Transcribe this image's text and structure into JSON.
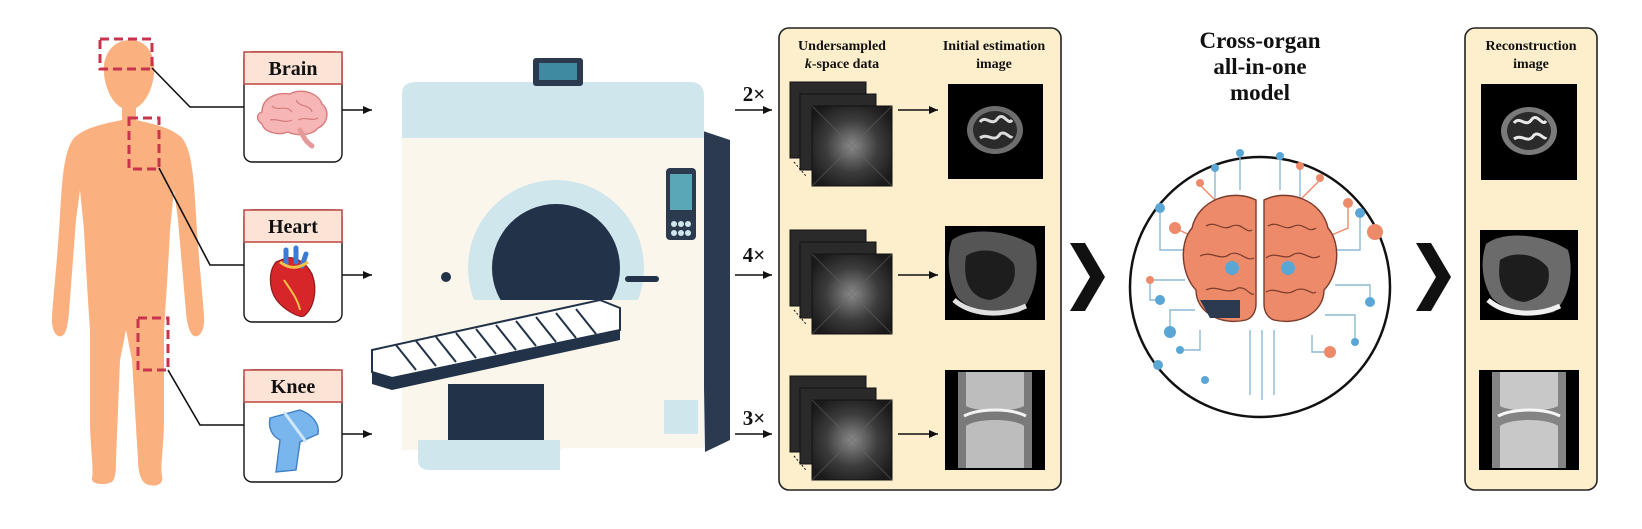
{
  "organs": [
    {
      "label": "Brain",
      "icon": "brain-icon"
    },
    {
      "label": "Heart",
      "icon": "heart-icon"
    },
    {
      "label": "Knee",
      "icon": "knee-icon"
    }
  ],
  "acceleration_factors": [
    "2×",
    "4×",
    "3×"
  ],
  "data_panel": {
    "kspace_header_line1": "Undersampled",
    "kspace_header_k": "k",
    "kspace_header_rest": "-space data",
    "estimation_header_line1": "Initial estimation",
    "estimation_header_line2": "image"
  },
  "model": {
    "title_line1": "Cross-organ",
    "title_line2": "all-in-one",
    "title_line3": "model"
  },
  "reconstruction_panel": {
    "header_line1": "Reconstruction",
    "header_line2": "image"
  },
  "colors": {
    "body": "#fbb07f",
    "roi_box": "#c8334e",
    "label_fill": "#fbe3d6",
    "label_border": "#c0504d",
    "panel_fill": "#fdeecc",
    "panel_border": "#222222",
    "scanner_teal": "#cfe6ec",
    "scanner_navy": "#2b3a4e",
    "network_coral": "#ec8a6a",
    "network_blue": "#5aa7d6"
  }
}
